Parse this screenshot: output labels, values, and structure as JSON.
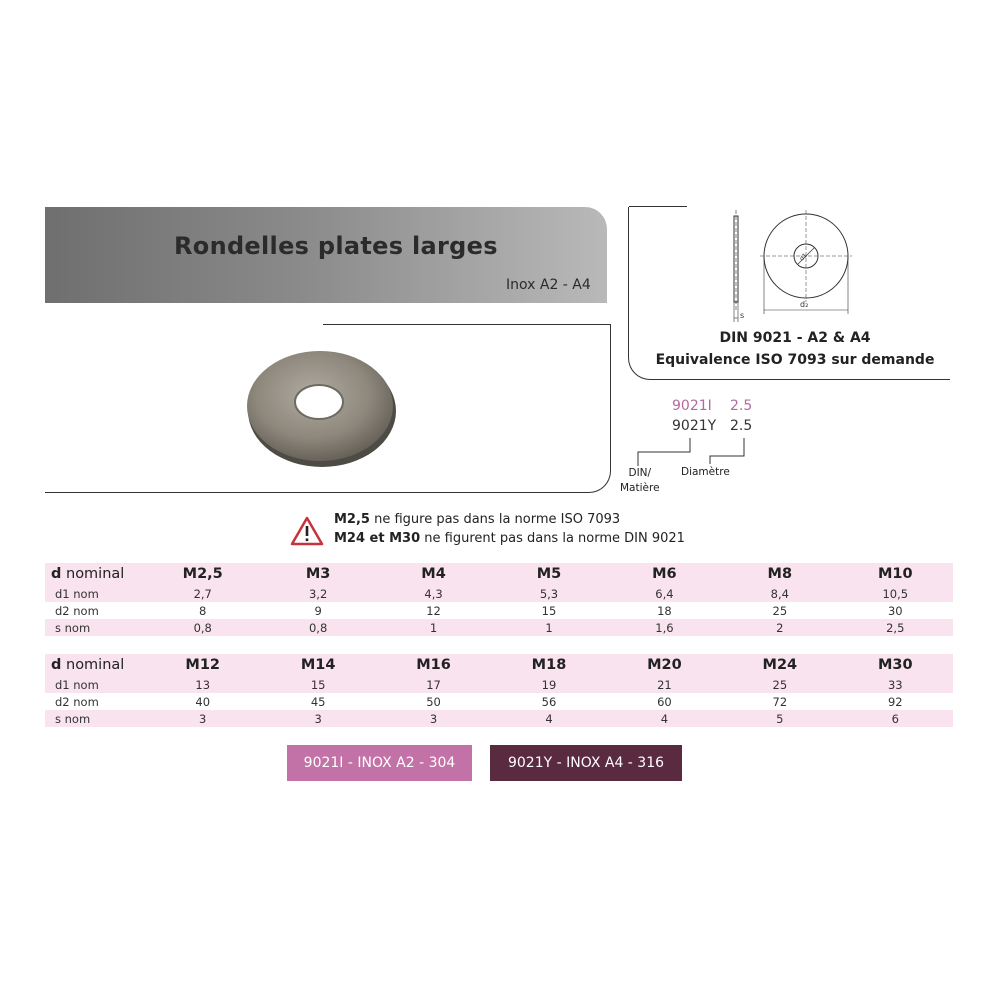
{
  "header": {
    "title": "Rondelles plates larges",
    "subtitle": "Inox A2 - A4"
  },
  "drawing": {
    "label_s": "s",
    "label_d2": "d₂",
    "label_d1": "d1",
    "standard": "DIN 9021 - A2 & A4",
    "equivalence": "Equivalence ISO 7093 sur demande"
  },
  "code_example": {
    "code1": "9021I",
    "code1_diameter": "2.5",
    "code2": "9021Y",
    "code2_diameter": "2.5",
    "label_din_line1": "DIN/",
    "label_din_line2": "Matière",
    "label_diameter": "Diamètre"
  },
  "warning": {
    "line1_bold": "M2,5",
    "line1_text": " ne figure pas dans la norme ISO 7093",
    "line2_bold": "M24 et M30",
    "line2_text": " ne figurent pas dans la norme DIN 9021"
  },
  "tables": [
    {
      "header_bold": "d",
      "header_text": " nominal",
      "sizes": [
        "M2,5",
        "M3",
        "M4",
        "M5",
        "M6",
        "M8",
        "M10"
      ],
      "rows": [
        {
          "label": "d1 nom",
          "values": [
            "2,7",
            "3,2",
            "4,3",
            "5,3",
            "6,4",
            "8,4",
            "10,5"
          ]
        },
        {
          "label": "d2 nom",
          "values": [
            "8",
            "9",
            "12",
            "15",
            "18",
            "25",
            "30"
          ]
        },
        {
          "label": "s nom",
          "values": [
            "0,8",
            "0,8",
            "1",
            "1",
            "1,6",
            "2",
            "2,5"
          ]
        }
      ]
    },
    {
      "header_bold": "d",
      "header_text": " nominal",
      "sizes": [
        "M12",
        "M14",
        "M16",
        "M18",
        "M20",
        "M24",
        "M30"
      ],
      "rows": [
        {
          "label": "d1 nom",
          "values": [
            "13",
            "15",
            "17",
            "19",
            "21",
            "25",
            "33"
          ]
        },
        {
          "label": "d2 nom",
          "values": [
            "40",
            "45",
            "50",
            "56",
            "60",
            "72",
            "92"
          ]
        },
        {
          "label": "s nom",
          "values": [
            "3",
            "3",
            "3",
            "4",
            "4",
            "5",
            "6"
          ]
        }
      ]
    }
  ],
  "materials": [
    {
      "label": "9021I - INOX A2 - 304",
      "color": "#c272a6"
    },
    {
      "label": "9021Y - INOX A4 - 316",
      "color": "#5a2a40"
    }
  ],
  "colors": {
    "banner": "#8a8a8a",
    "table_band": "#f9e3ee",
    "code_a2": "#b36aa0"
  }
}
